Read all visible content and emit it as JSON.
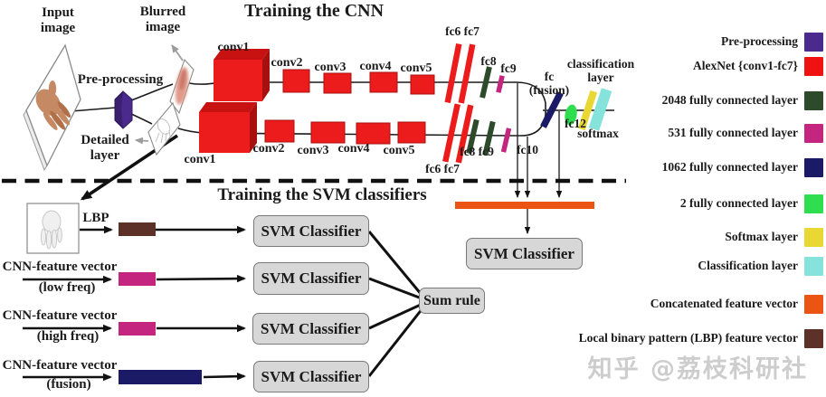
{
  "titles": {
    "cnn": "Training the CNN",
    "svm": "Training the SVM classifiers"
  },
  "cnn": {
    "input_image_label": "Input\nimage",
    "preprocessing_label": "Pre-processing",
    "blurred_image_label": "Blurred\nimage",
    "detailed_layer_label": "Detailed\nlayer",
    "top_stream": {
      "convs": [
        "conv1",
        "conv2",
        "conv3",
        "conv4",
        "conv5"
      ],
      "fc67": "fc6 fc7",
      "fc8": "fc8",
      "fc9": "fc9"
    },
    "bottom_stream": {
      "convs": [
        "conv1",
        "conv2",
        "conv3",
        "conv4",
        "conv5"
      ],
      "fc67": "fc6 fc7",
      "fc89": "fc8 fc9",
      "fc10": "fc10"
    },
    "fusion_label": "fc\n(fusion)",
    "fc12_label": "fc12",
    "softmax_label": "softmax",
    "classification_label": "classification\nlayer"
  },
  "svm": {
    "lbp_label": "LBP",
    "rows": [
      {
        "line1": "CNN-feature vector",
        "line2": "(low freq)"
      },
      {
        "line1": "CNN-feature vector",
        "line2": "(high freq)"
      },
      {
        "line1": "CNN-feature vector",
        "line2": "(fusion)"
      }
    ],
    "classifier_label": "SVM Classifier",
    "sum_rule_label": "Sum rule"
  },
  "legend": {
    "items": [
      {
        "label": "Pre-processing",
        "color": "#4b2a8e"
      },
      {
        "label": "AlexNet {conv1-fc7}",
        "color": "#f01212"
      },
      {
        "label": "2048 fully connected layer",
        "color": "#2d4a2b"
      },
      {
        "label": "531 fully connected layer",
        "color": "#c3257f"
      },
      {
        "label": "1062 fully connected layer",
        "color": "#1b1a66"
      },
      {
        "label": "2 fully connected layer",
        "color": "#2ede4e"
      },
      {
        "label": "Softmax layer",
        "color": "#e9d833"
      },
      {
        "label": "Classification layer",
        "color": "#85e3dc"
      },
      {
        "label": "Concatenated feature vector",
        "color": "#eb5413"
      },
      {
        "label": "Local binary pattern (LBP) feature vector",
        "color": "#5d3127"
      }
    ]
  },
  "watermark": "知乎 @荔枝科研社",
  "colors": {
    "red": "#ec1c1c",
    "redtop": "#c81212",
    "redside": "#a80f0f",
    "purple": "#4b2a8e",
    "darkgreen": "#2d4a2b",
    "magenta": "#c3257f",
    "navy": "#1b1a66",
    "green": "#2ede4e",
    "yellow": "#e9d833",
    "cyan": "#85e3dc",
    "orange": "#eb5413",
    "brown": "#5d3127",
    "skin": "#c58a63",
    "skin2": "#b07049",
    "pinkhand": "#dd8f7e",
    "sketch": "#c2c2c2"
  }
}
